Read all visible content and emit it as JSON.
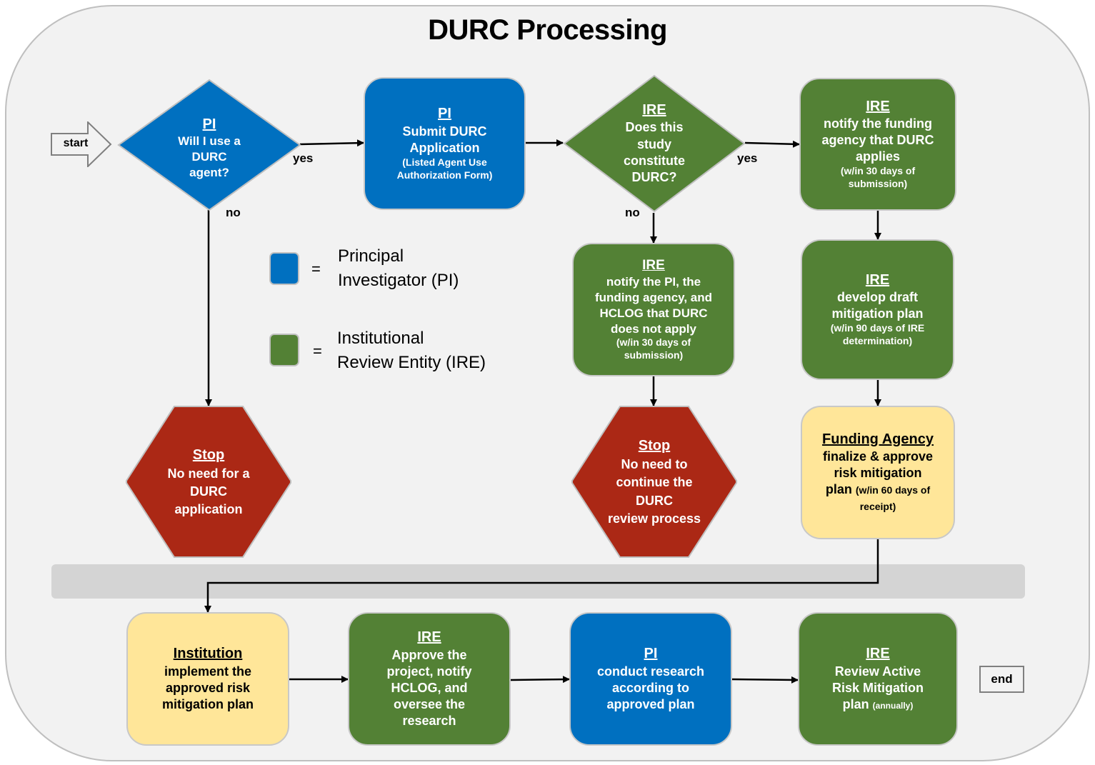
{
  "title": "DURC Processing",
  "colors": {
    "pi": "#0070c0",
    "ire": "#538135",
    "external": "#ffe699",
    "stop": "#ab2815",
    "background": "#f2f2f2",
    "band": "#d4d4d4"
  },
  "terminals": {
    "start": "start",
    "end": "end"
  },
  "legend": [
    {
      "color_key": "pi",
      "equals": "=",
      "line1": "Principal",
      "line2": "Investigator (PI)"
    },
    {
      "color_key": "ire",
      "equals": "=",
      "line1": "Institutional",
      "line2": "Review Entity (IRE)"
    }
  ],
  "branch_labels": {
    "d1_yes": "yes",
    "d1_no": "no",
    "d2_yes": "yes",
    "d2_no": "no"
  },
  "nodes": {
    "decision_pi": {
      "role": "PI",
      "lines": [
        "Will I use a",
        "DURC",
        "agent?"
      ]
    },
    "submit_application": {
      "role": "PI",
      "lines": [
        "Submit DURC",
        "Application"
      ],
      "note": "(Listed Agent Use Authorization Form)"
    },
    "decision_ire": {
      "role": "IRE",
      "lines": [
        "Does this",
        "study",
        "constitute",
        "DURC?"
      ]
    },
    "notify_funding_applies": {
      "role": "IRE",
      "lines": [
        "notify the funding",
        "agency that DURC",
        "applies"
      ],
      "note": "(w/in 30 days of submission)"
    },
    "notify_not_apply": {
      "role": "IRE",
      "lines": [
        "notify the PI, the",
        "funding agency, and",
        "HCLOG that DURC",
        "does not apply"
      ],
      "note": "(w/in 30 days of submission)"
    },
    "draft_plan": {
      "role": "IRE",
      "lines": [
        "develop draft",
        "mitigation plan"
      ],
      "note": "(w/in 90 days of IRE determination)"
    },
    "funding_agency": {
      "role": "Funding Agency",
      "lines": [
        "finalize & approve",
        "risk mitigation",
        "plan"
      ],
      "note": "(w/in 60 days of receipt)"
    },
    "stop_1": {
      "role": "Stop",
      "lines": [
        "No need for a",
        "DURC",
        "application"
      ]
    },
    "stop_2": {
      "role": "Stop",
      "lines": [
        "No need to",
        "continue the",
        "DURC",
        "review process"
      ]
    },
    "institution": {
      "role": "Institution",
      "lines": [
        "implement the",
        "approved risk",
        "mitigation plan"
      ]
    },
    "approve_project": {
      "role": "IRE",
      "lines": [
        "Approve the",
        "project, notify",
        "HCLOG, and",
        "oversee the",
        "research"
      ]
    },
    "conduct_research": {
      "role": "PI",
      "lines": [
        "conduct research",
        "according to",
        "approved plan"
      ]
    },
    "review_plan": {
      "role": "IRE",
      "lines": [
        "Review Active",
        "Risk Mitigation",
        "plan"
      ],
      "note": "(annually)"
    }
  }
}
